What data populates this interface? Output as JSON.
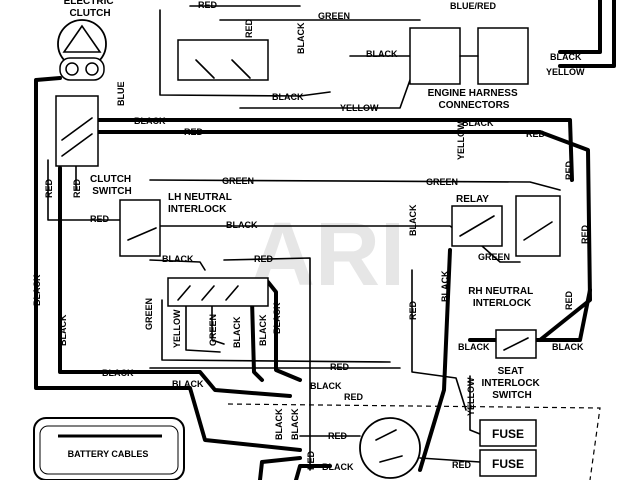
{
  "components": {
    "electric_clutch": "ELECTRIC\nCLUTCH",
    "clutch_switch": "CLUTCH\nSWITCH",
    "lh_neutral_interlock": "LH NEUTRAL\nINTERLOCK",
    "engine_harness_connectors": "ENGINE HARNESS\nCONNECTORS",
    "relay": "RELAY",
    "rh_neutral_interlock": "RH NEUTRAL\nINTERLOCK",
    "seat_interlock_switch": "SEAT\nINTERLOCK\nSWITCH",
    "battery_cables": "BATTERY CABLES",
    "fuse_1": "FUSE",
    "fuse_2": "FUSE"
  },
  "wire_colors": {
    "black": "BLACK",
    "red": "RED",
    "green": "GREEN",
    "yellow": "YELLOW",
    "blue": "BLUE",
    "blue_red": "BLUE/RED"
  },
  "watermark": "ARI",
  "colors": {
    "ink": "#000000",
    "paper": "#ffffff",
    "watermark": "#e6e6e6"
  }
}
